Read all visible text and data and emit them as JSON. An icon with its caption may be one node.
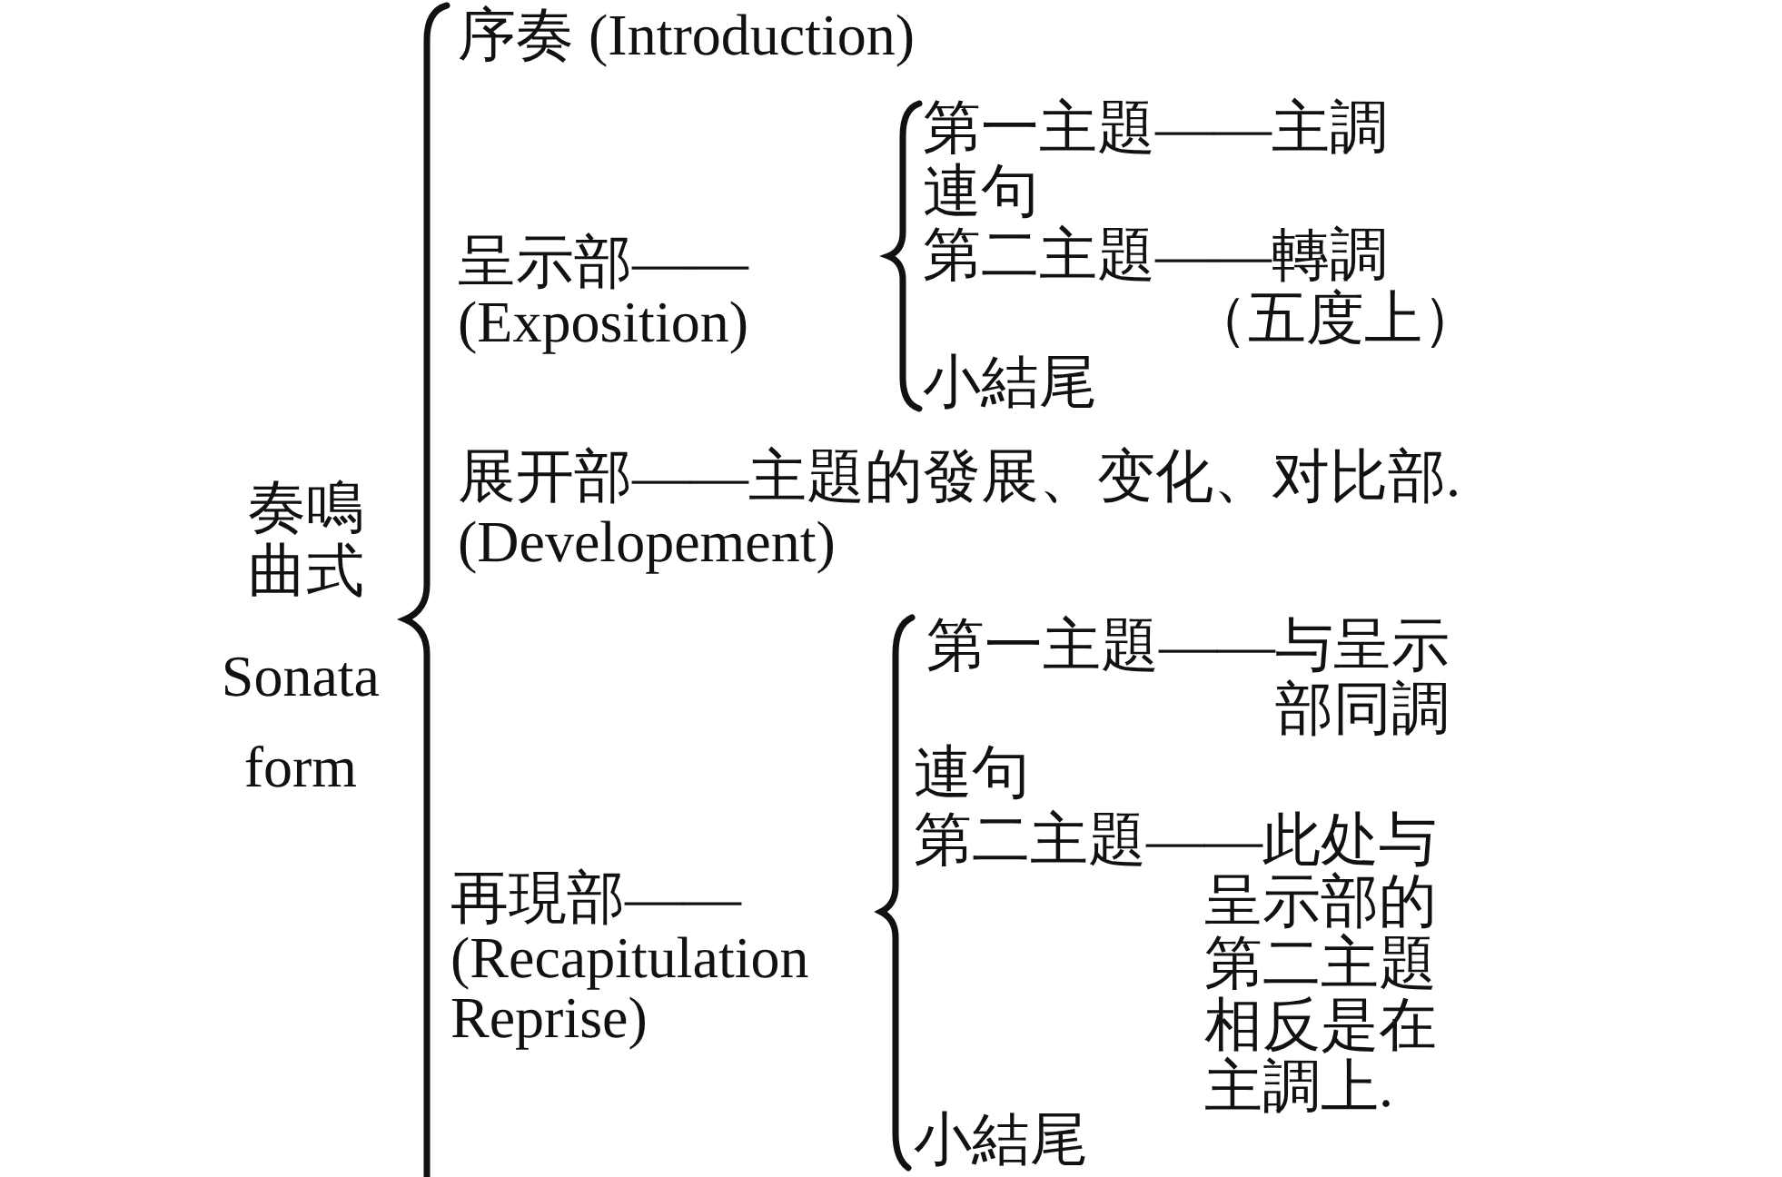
{
  "diagram": {
    "labels": [
      "奏鳴曲式",
      "Sonata form",
      "序奏 (Introduction)",
      "呈示部—— (Exposition)",
      "第一主題——主調",
      "連句",
      "第二主題——轉調（五度上）",
      "小結尾",
      "展开部——主題的發展、变化、对比部. (Developement)",
      "再現部—— (Recapitulation Reprise)",
      "第一主題——与呈示部同調",
      "連句",
      "第二主題——此处与呈示部的第二主題相反是在主調上.",
      "小結尾"
    ]
  }
}
